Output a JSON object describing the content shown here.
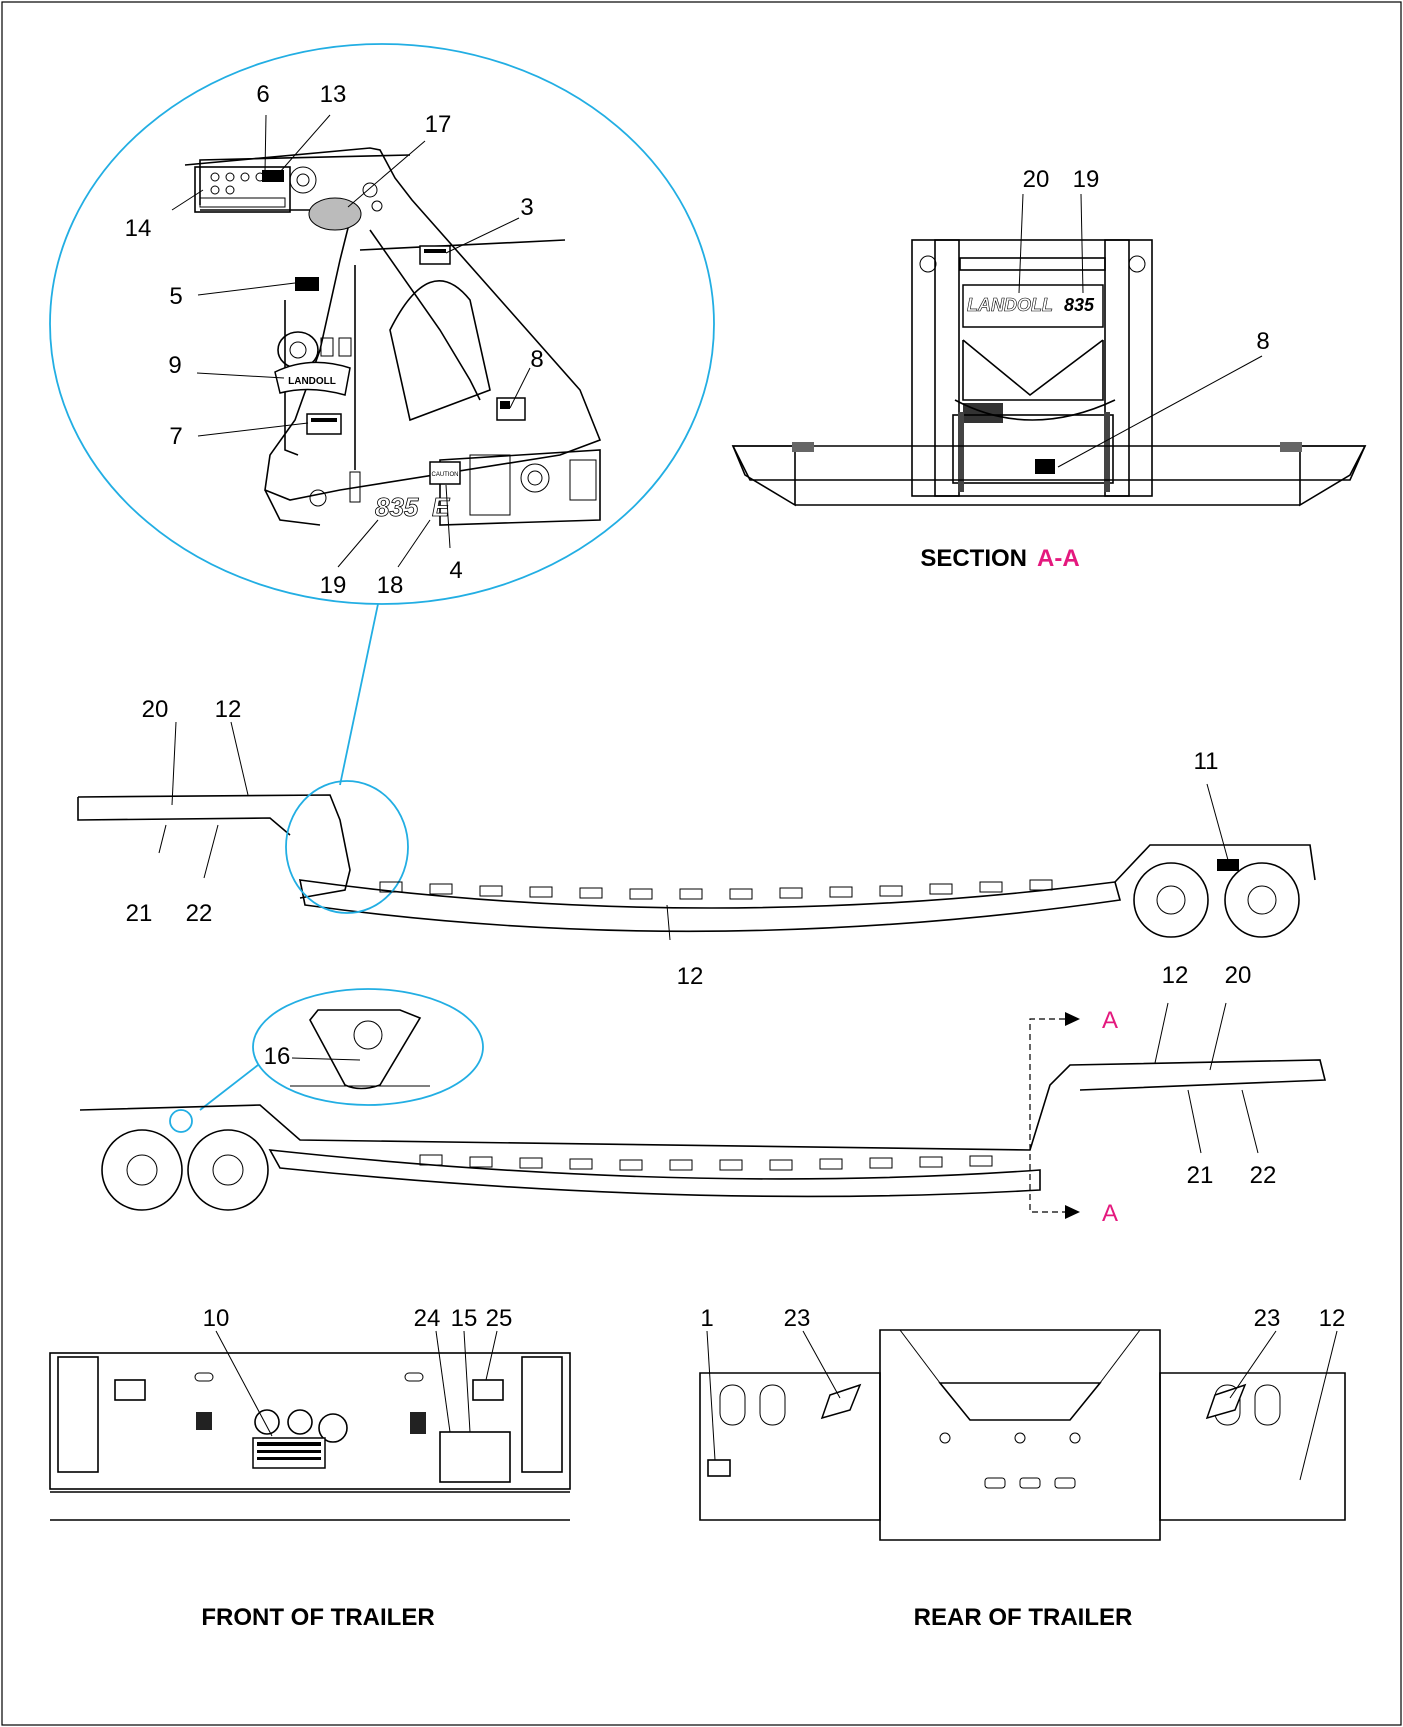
{
  "colors": {
    "callout": "#22aee3",
    "section_letter": "#e4197e",
    "line": "#000000"
  },
  "callouts": {
    "n1": "1",
    "n3": "3",
    "n4": "4",
    "n5": "5",
    "n6": "6",
    "n7": "7",
    "n8": "8",
    "n9": "9",
    "n10": "10",
    "n11": "11",
    "n12": "12",
    "n13": "13",
    "n14": "14",
    "n15": "15",
    "n16": "16",
    "n17": "17",
    "n18": "18",
    "n19": "19",
    "n20": "20",
    "n21": "21",
    "n22": "22",
    "n23": "23",
    "n24": "24",
    "n25": "25"
  },
  "decal_text": {
    "model": "835",
    "model_suffix": "E",
    "brand": "LANDOLL",
    "caution": "CAUTION"
  },
  "section_marker": "A",
  "captions": {
    "section_word": "SECTION",
    "section_id": "A-A",
    "front": "FRONT OF TRAILER",
    "rear": "REAR OF TRAILER"
  }
}
